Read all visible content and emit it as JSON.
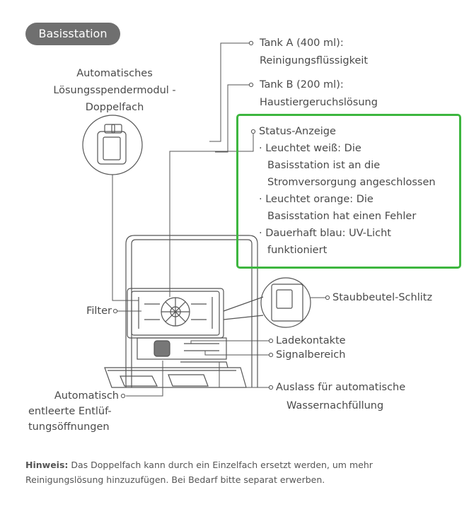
{
  "badge": "Basisstation",
  "labels": {
    "tank_a_1": "Tank A (400 ml):",
    "tank_a_2": "Reinigungsflüssigkeit",
    "tank_b_1": "Tank B (200 ml):",
    "tank_b_2": "Haustiergeruchslösung",
    "module_1": "Automatisches",
    "module_2": "Lösungsspendermodul -",
    "module_3": "Doppelfach",
    "filter": "Filter",
    "dust_slot": "Staubbeutel-Schlitz",
    "charging": "Ladekontakte",
    "signal": "Signalbereich",
    "outlet_1": "Auslass für automatische",
    "outlet_2": "Wassernachfüllung",
    "vent_1": "Automatisch",
    "vent_2": "entleerte Entlüf-",
    "vent_3": "tungsöffnungen"
  },
  "status": {
    "title": "Status-Anzeige",
    "white_1": "· Leuchtet weiß: Die",
    "white_2": "Basisstation ist an die",
    "white_3": "Stromversorgung angeschlossen",
    "orange_1": "· Leuchtet orange: Die",
    "orange_2": "Basisstation hat einen Fehler",
    "blue_1": "· Dauerhaft blau: UV-Licht",
    "blue_2": "funktioniert"
  },
  "note": {
    "label": "Hinweis:",
    "text": " Das Doppelfach kann durch ein Einzelfach ersetzt werden, um mehr Reinigungslösung hinzuzufügen. Bei Bedarf bitte separat erwerben."
  },
  "colors": {
    "badge": "#6f6f6f",
    "highlight": "#3db63f",
    "line": "#555555"
  }
}
